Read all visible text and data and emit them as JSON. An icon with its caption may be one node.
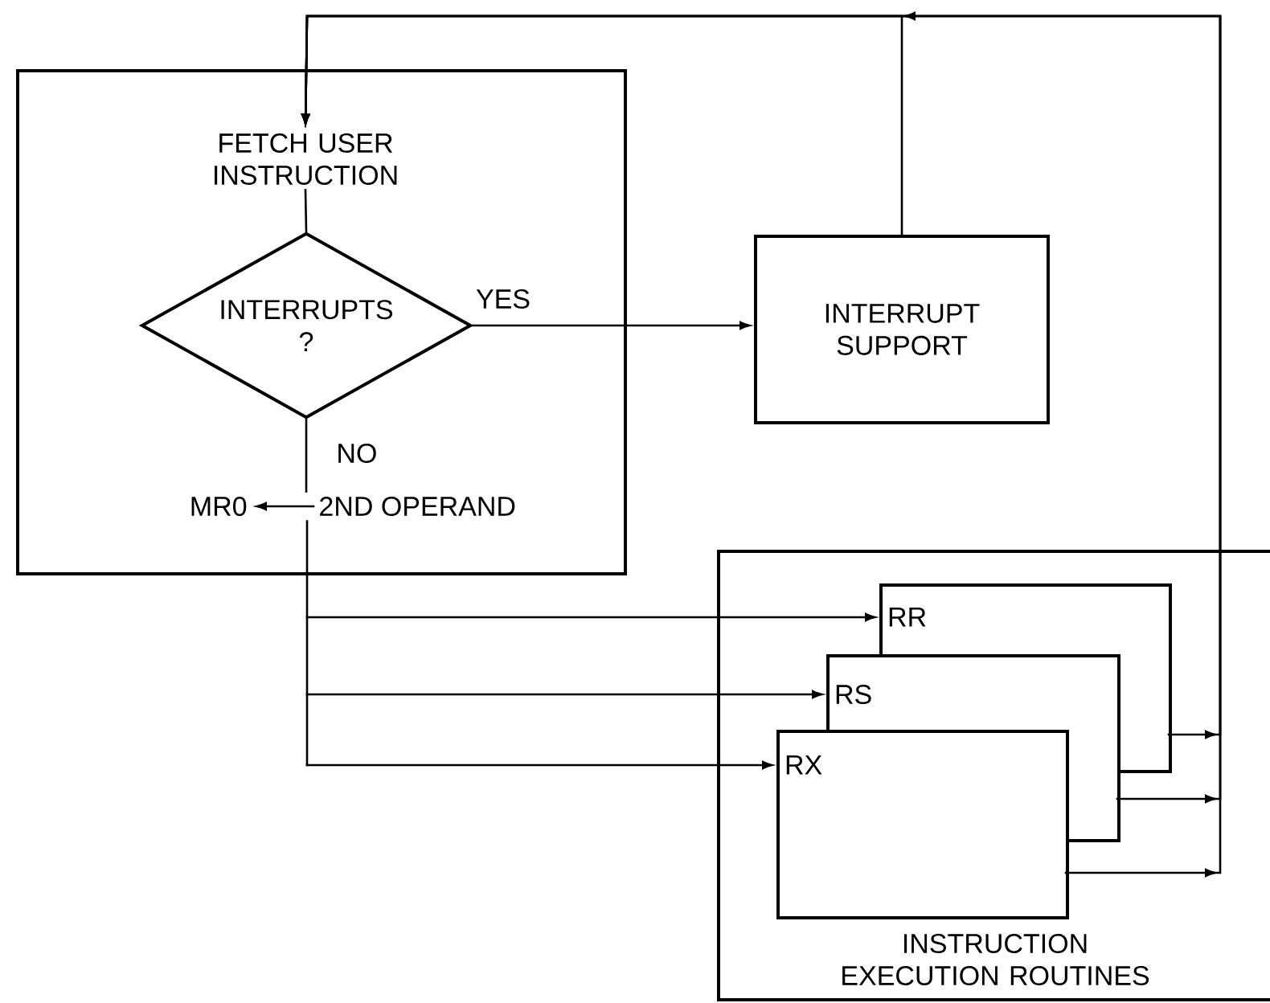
{
  "diagram": {
    "nodes": [
      {
        "text": [],
        "shape": "box"
      },
      {
        "text": [
          "FETCH USER INSTRUCTION"
        ],
        "in": 0
      },
      {
        "text": [
          "INTERRUPTS ?"
        ],
        "in": 0
      },
      {
        "text": [
          "MR0"
        ],
        "in": 0
      },
      {
        "text": [
          "2ND OPERAND"
        ],
        "in": 0
      },
      {
        "text": [
          "INTERRUPT SUPPORT"
        ]
      },
      {
        "text": [
          "INSTRUCTION EXECUTION ROUTINES"
        ]
      },
      {
        "text": [
          "RR"
        ],
        "in": 6
      },
      {
        "text": [
          "RS"
        ],
        "in": 6
      },
      {
        "text": [
          "RX"
        ],
        "in": 6
      }
    ],
    "edges": [
      {
        "from": 1,
        "to": 2,
        "arrow": "none"
      },
      {
        "from": 2,
        "to": 5,
        "arrow": "to",
        "label": "YES"
      },
      {
        "from": 2,
        "to": 4,
        "arrow": "none",
        "label": "NO"
      },
      {
        "from": 4,
        "to": 3,
        "arrow": "to"
      },
      {
        "from": 4,
        "to": 7,
        "arrow": "to"
      },
      {
        "from": 4,
        "to": 8,
        "arrow": "to"
      },
      {
        "from": 4,
        "to": 9,
        "arrow": "to"
      },
      {
        "from": 5,
        "to": 1,
        "arrow": "to"
      },
      {
        "from": 7,
        "to": 1,
        "arrow": "to"
      },
      {
        "from": 8,
        "to": 1,
        "arrow": "to"
      },
      {
        "from": 9,
        "to": 1,
        "arrow": "to"
      }
    ]
  }
}
